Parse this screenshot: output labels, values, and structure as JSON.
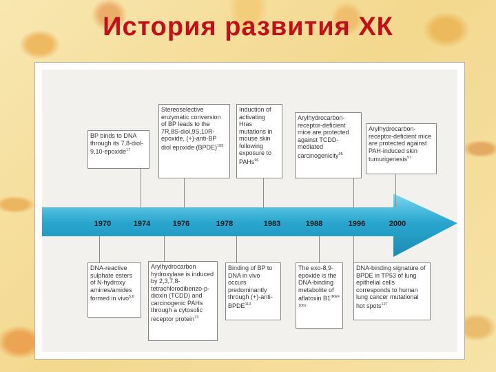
{
  "title": "История развития ХК",
  "colors": {
    "title": "#c0101a",
    "arrow": "#2aa7cf",
    "arrow_light": "#6fd0ef"
  },
  "timeline": {
    "years": [
      "1970",
      "1974",
      "1976",
      "1978",
      "1983",
      "1988",
      "1996",
      "2000"
    ]
  },
  "top_events": [
    {
      "text": "BP binds to DNA through its 7,8-diol-9,10-epoxide",
      "ref": "17"
    },
    {
      "text": "Stereoselective enzymatic conversion of BP leads to the 7R,8S-diol,9S,10R-epoxide, (+)-anti-BP diol epoxide (BPDE)",
      "ref": "109"
    },
    {
      "text": "Induction of activating Hras mutations in mouse skin following exposure to PAHs",
      "ref": "96"
    },
    {
      "text": "Arylhydrocarbon-receptor-deficient mice are protected against TCDD-mediated carcinogenicity",
      "ref": "95"
    },
    {
      "text": "Arylhydrocarbon-receptor-deficient mice are protected against PAH-induced skin tumurigenesis",
      "ref": "97"
    }
  ],
  "bottom_events": [
    {
      "text": "DNA-reactive sulphate esters of N-hydroxy amines/amides formed in vivo",
      "ref": "5,6"
    },
    {
      "text": "Arylhydrocarbon hydroxylase is induced by 2,3,7,8-tetrachlorodibenzo-p-dioxin (TCDD) and carcinogenic PAHs through a cytosolic receptor protein",
      "ref": "73"
    },
    {
      "text": "Binding of BP to DNA in vivo occurs predominantly through (+)-anti-BPDE",
      "ref": "110"
    },
    {
      "text": "The exo-8,9-epoxide is the DNA-binding metabolite of aflatoxin B1",
      "ref": "(REF. 106)"
    },
    {
      "text": "DNA-binding signature of BPDE in TP53 of lung epithelial cells corresponds to human lung cancer mutational hot spots",
      "ref": "127"
    }
  ]
}
